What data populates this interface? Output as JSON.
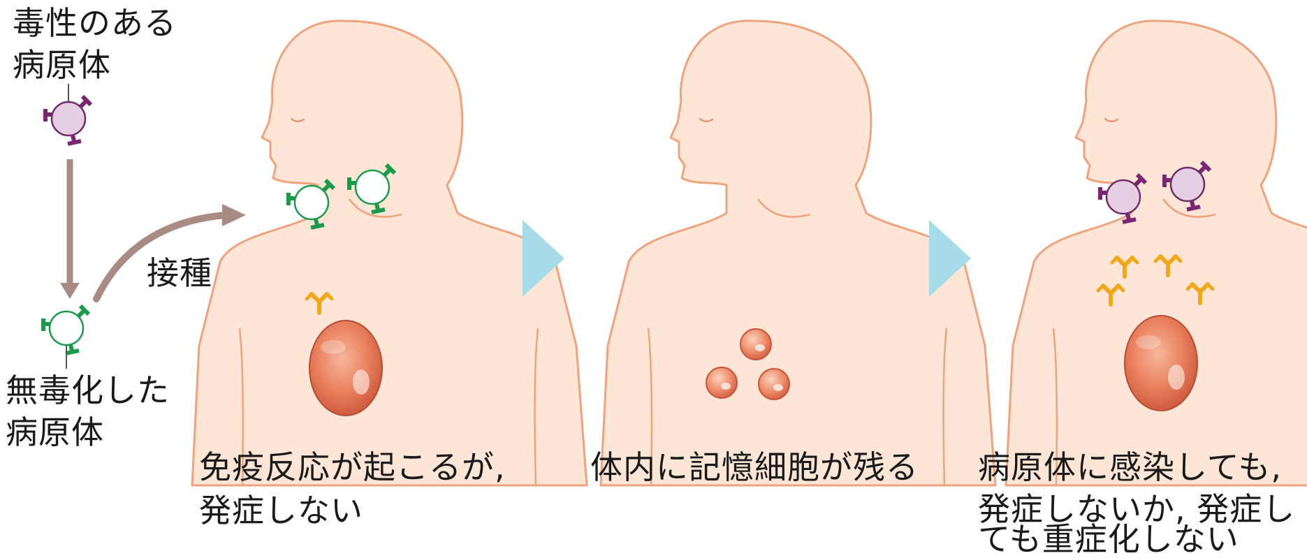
{
  "labels": {
    "toxic_pathogen_line1": "毒性のある",
    "toxic_pathogen_line2": "病原体",
    "inactivated_line1": "無毒化した",
    "inactivated_line2": "病原体",
    "inoculation": "接種"
  },
  "captions": {
    "panel1_line1": "免疫反応が起こるが,",
    "panel1_line2": "発症しない",
    "panel2_line1": "体内に記憶細胞が残る",
    "panel3_line1": "病原体に感染しても,",
    "panel3_line2": "発症しないか, 発症し",
    "panel3_line3": "ても重症化しない"
  },
  "colors": {
    "skin": "#fde6d6",
    "skin_outline": "#eea27e",
    "toxic_cell": "#e6cfe2",
    "toxic_spike": "#7a2670",
    "inactive_spike": "#1a9a4a",
    "antibody": "#f0a818",
    "organ": "#e4704d",
    "arrow": "#a88c84",
    "chevron": "#a8dbe8"
  }
}
